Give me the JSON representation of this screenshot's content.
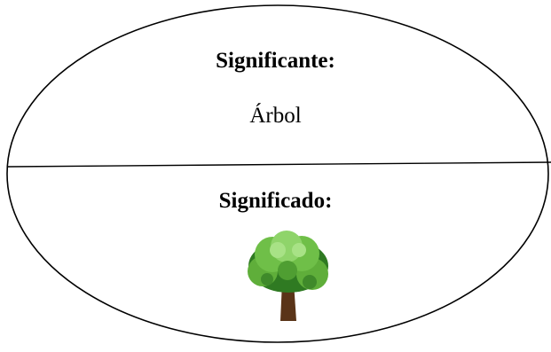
{
  "diagram": {
    "significante": {
      "heading": "Significante:",
      "word": "Árbol"
    },
    "significado": {
      "heading": "Significado:",
      "image_icon": "tree-icon"
    },
    "colors": {
      "outline": "#000000",
      "foliage_light": "#8fd46a",
      "foliage_mid": "#5fae3a",
      "foliage_dark": "#2f7a22",
      "trunk": "#5a3418"
    }
  }
}
